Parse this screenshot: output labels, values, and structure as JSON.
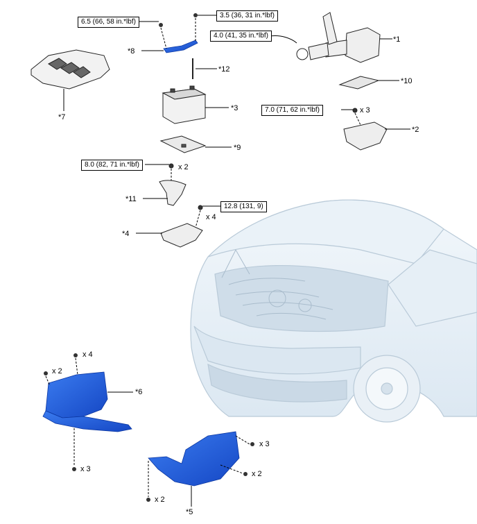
{
  "torque_specs": {
    "t8": "6.5 (66, 58 in.*lbf)",
    "t12": "3.5 (36, 31 in.*lbf)",
    "t1": "4.0 (41, 35 in.*lbf)",
    "t2": "7.0 (71, 62 in.*lbf)",
    "t11": "8.0 (82, 71 in.*lbf)",
    "t4": "12.8 (131, 9)"
  },
  "part_labels": {
    "p1": "*1",
    "p2": "*2",
    "p3": "*3",
    "p4": "*4",
    "p5": "*5",
    "p6": "*6",
    "p7": "*7",
    "p8": "*8",
    "p9": "*9",
    "p10": "*10",
    "p11": "*11",
    "p12": "*12"
  },
  "quantities": {
    "q2": "x 3",
    "q11": "x 2",
    "q4": "x 4",
    "q6_top": "x 4",
    "q6_left": "x 2",
    "q6_bottom": "x 3",
    "q5_right_top": "x 3",
    "q5_right_bottom": "x 2",
    "q5_bottom": "x 2"
  },
  "colors": {
    "highlight_blue": "#1e5fe0",
    "car_tint": "#e4eef6",
    "line": "#000000"
  }
}
